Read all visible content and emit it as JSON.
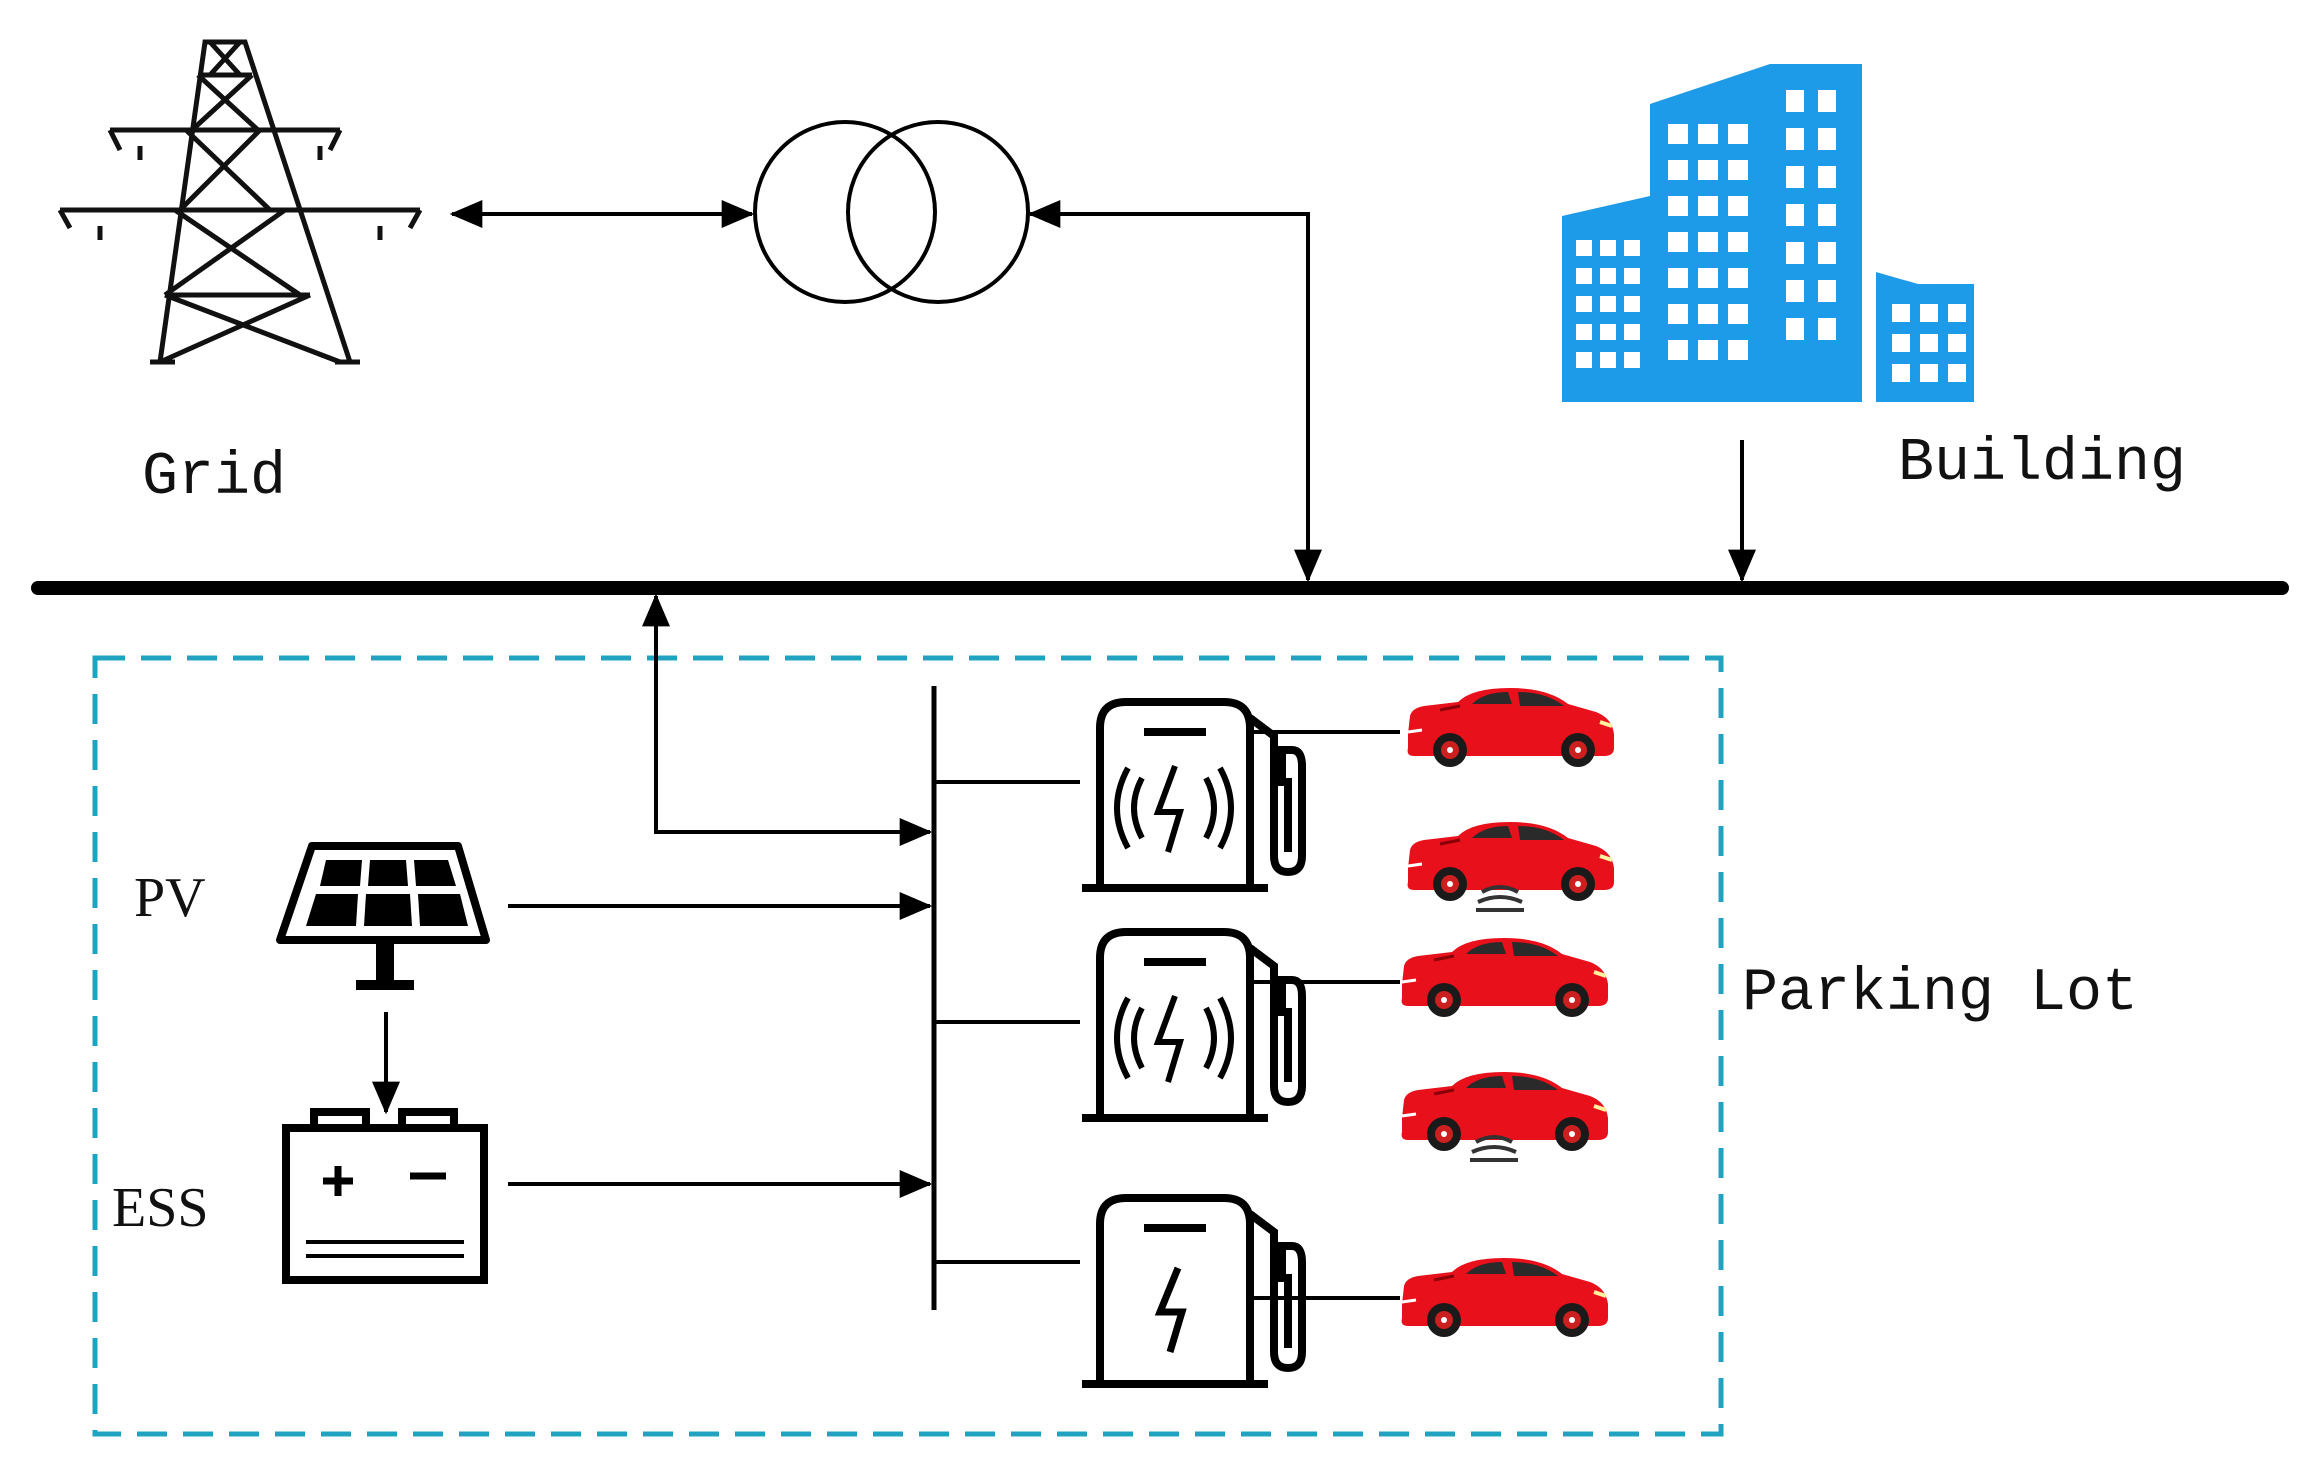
{
  "labels": {
    "grid": "Grid",
    "building": "Building",
    "pv": "PV",
    "ess": "ESS",
    "parking_lot": "Parking Lot"
  },
  "icons": {
    "grid": "transmission-tower-icon",
    "transformer": "transformer-icon",
    "building": "office-building-icon",
    "pv": "solar-panel-icon",
    "ess": "battery-icon",
    "charger_wireless": "wireless-charging-station-icon",
    "charger_wired": "charging-station-icon",
    "vehicle": "electric-car-icon"
  },
  "colors": {
    "building": "#1e9be8",
    "parking_border": "#1fa3c0",
    "car": "#e8101b",
    "line": "#000000"
  },
  "chargers": [
    {
      "type": "wireless"
    },
    {
      "type": "wireless"
    },
    {
      "type": "wired"
    }
  ]
}
